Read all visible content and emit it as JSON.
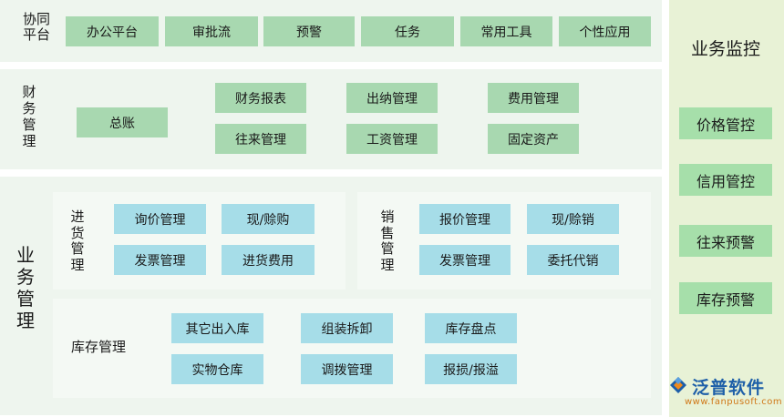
{
  "collab": {
    "label": "协同\n平台",
    "items": [
      "办公平台",
      "审批流",
      "预警",
      "任务",
      "常用工具",
      "个性应用"
    ]
  },
  "finance": {
    "label": "财\n务\n管\n理",
    "items": [
      "总账",
      "财务报表",
      "出纳管理",
      "费用管理",
      "往来管理",
      "工资管理",
      "固定资产"
    ]
  },
  "business": {
    "label": "业\n务\n管\n理",
    "purchase": {
      "label": "进\n货\n管\n理",
      "items": [
        "询价管理",
        "现/赊购",
        "发票管理",
        "进货费用"
      ]
    },
    "sales": {
      "label": "销\n售\n管\n理",
      "items": [
        "报价管理",
        "现/赊销",
        "发票管理",
        "委托代销"
      ]
    },
    "inventory": {
      "label": "库存管理",
      "items": [
        "其它出入库",
        "组装拆卸",
        "库存盘点",
        "实物仓库",
        "调拨管理",
        "报损/报溢"
      ]
    }
  },
  "monitor": {
    "title": "业务监控",
    "items": [
      "价格管控",
      "信用管控",
      "往来预警",
      "库存预警"
    ]
  },
  "brand": {
    "name": "泛普软件",
    "url": "www.fanpusoft.com"
  }
}
